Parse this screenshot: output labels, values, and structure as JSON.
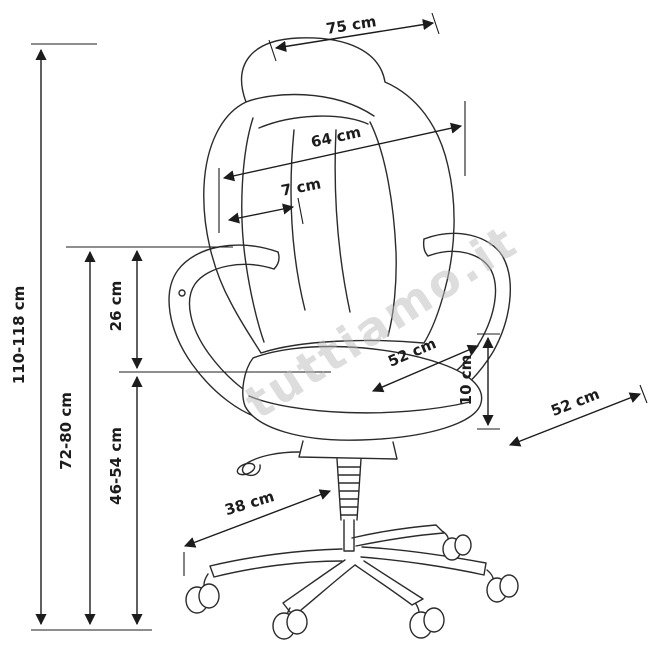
{
  "watermark": {
    "text": "tuttiamo.it"
  },
  "colors": {
    "ink": "#1c1c1c",
    "watermark": "#bdbdbd",
    "background": "#ffffff"
  },
  "dimensions": {
    "total_height": {
      "label": "110-118 cm"
    },
    "armrest_height": {
      "label": "72-80 cm"
    },
    "seat_to_armrest": {
      "label": "26 cm"
    },
    "seat_height": {
      "label": "46-54 cm"
    },
    "overall_width": {
      "label": "75 cm"
    },
    "backrest_width": {
      "label": "64 cm"
    },
    "backrest_thickness": {
      "label": "7 cm"
    },
    "seat_width": {
      "label": "52 cm"
    },
    "cushion_thickness": {
      "label": "10 cm"
    },
    "seat_depth": {
      "label": "52 cm"
    },
    "base_radius": {
      "label": "38 cm"
    }
  }
}
